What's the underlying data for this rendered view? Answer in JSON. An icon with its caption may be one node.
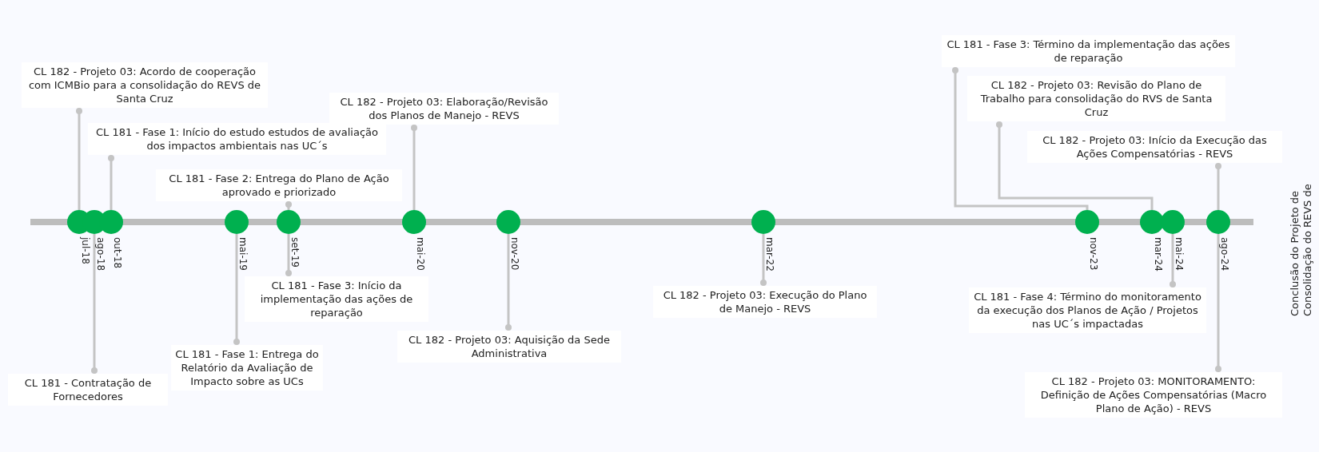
{
  "diagram": {
    "nodes": [
      {
        "text": [
          "CL 182 - Projeto 03: Acordo de cooperação com ICMBio para a consolidação do REVS de Santa Cruz"
        ]
      },
      {
        "text": [
          "CL 181 - Fase 1: Início do estudo estudos de avaliação dos impactos ambientais nas UC´s"
        ]
      },
      {
        "text": [
          "CL 181 - Fase 2: Entrega do Plano de Ação aprovado e priorizado"
        ]
      },
      {
        "text": [
          "CL 182 - Projeto 03: Elaboração/Revisão dos Planos de Manejo - REVS"
        ]
      },
      {
        "text": [
          "CL 181 - Fase 3: Término da implementação das ações de reparação"
        ]
      },
      {
        "text": [
          "CL 182 - Projeto 03: Revisão do Plano de Trabalho para consolidação do RVS de Santa Cruz"
        ]
      },
      {
        "text": [
          "CL 182 - Projeto 03: Início da Execução das Ações Compensatórias - REVS"
        ]
      },
      {
        "text": [
          "CL 181 - Contratação de Fornecedores"
        ]
      },
      {
        "text": [
          "CL 181 - Fase 3: Início da implementação das ações de reparação"
        ]
      },
      {
        "text": [
          "CL 181 - Fase 1: Entrega do Relatório da Avaliação de Impacto sobre as UCs"
        ]
      },
      {
        "text": [
          "CL 182 - Projeto 03: Aquisição da Sede Administrativa"
        ]
      },
      {
        "text": [
          "CL 182 - Projeto 03: Execução do Plano de Manejo - REVS"
        ]
      },
      {
        "text": [
          "CL 181 - Fase 4: Término do monitoramento da execução dos Planos de Ação / Projetos nas UC´s impactadas"
        ]
      },
      {
        "text": [
          "CL 182 - Projeto 03: MONITORAMENTO: Definição de Ações Compensatórias (Macro Plano de Ação) - REVS"
        ]
      },
      {
        "text": [],
        "shape": "circle",
        "beside": [
          "jul-18"
        ]
      },
      {
        "text": [],
        "shape": "circle",
        "beside": [
          "ago-18"
        ]
      },
      {
        "text": [],
        "shape": "circle",
        "beside": [
          "out-18"
        ]
      },
      {
        "text": [],
        "shape": "circle",
        "beside": [
          "mai-19"
        ]
      },
      {
        "text": [],
        "shape": "circle",
        "beside": [
          "set-19"
        ]
      },
      {
        "text": [],
        "shape": "circle",
        "beside": [
          "mai-20"
        ]
      },
      {
        "text": [],
        "shape": "circle",
        "beside": [
          "nov-20"
        ]
      },
      {
        "text": [],
        "shape": "circle",
        "beside": [
          "mar-22"
        ]
      },
      {
        "text": [],
        "shape": "circle",
        "beside": [
          "nov-23"
        ]
      },
      {
        "text": [],
        "shape": "circle",
        "beside": [
          "mar-24"
        ]
      },
      {
        "text": [],
        "shape": "circle",
        "beside": [
          "mai-24"
        ]
      },
      {
        "text": [],
        "shape": "circle",
        "beside": [
          "ago-24"
        ]
      }
    ],
    "edges": [
      {
        "from": 0,
        "to": 14,
        "arrow": "other"
      },
      {
        "from": 1,
        "to": 16,
        "arrow": "other"
      },
      {
        "from": 2,
        "to": 18,
        "arrow": "other"
      },
      {
        "from": 3,
        "to": 19,
        "arrow": "other"
      },
      {
        "from": 4,
        "to": 22,
        "arrow": "other"
      },
      {
        "from": 5,
        "to": 23,
        "arrow": "other"
      },
      {
        "from": 6,
        "to": 25,
        "arrow": "other"
      },
      {
        "from": 7,
        "to": 15,
        "arrow": "other"
      },
      {
        "from": 8,
        "to": 18,
        "arrow": "other"
      },
      {
        "from": 9,
        "to": 17,
        "arrow": "other"
      },
      {
        "from": 10,
        "to": 20,
        "arrow": "other"
      },
      {
        "from": 11,
        "to": 21,
        "arrow": "other"
      },
      {
        "from": 12,
        "to": 24,
        "arrow": "other"
      },
      {
        "from": 13,
        "to": 25,
        "arrow": "other"
      }
    ],
    "labels": [
      "Conclusão do Projeto de Consolidação do REVS de"
    ]
  }
}
